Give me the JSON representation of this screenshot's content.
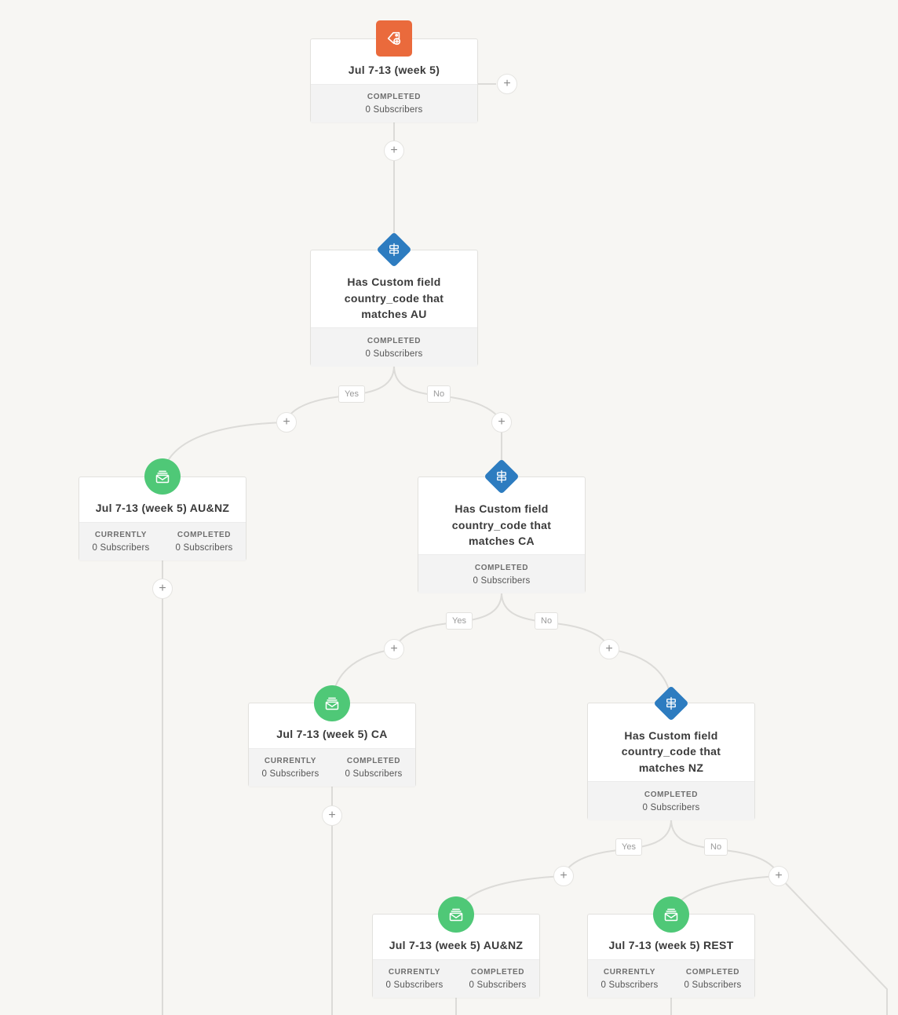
{
  "colors": {
    "background": "#f7f6f3",
    "trigger": "#ea6a3c",
    "condition": "#2d7cc0",
    "email": "#4fc877",
    "connector": "#dcdbd8"
  },
  "trigger": {
    "icon": "tag-plus-icon",
    "title": "Jul 7-13 (week 5)",
    "completed_label": "COMPLETED",
    "completed_value": "0 Subscribers"
  },
  "condition_au": {
    "icon": "signpost-icon",
    "title": "Has Custom field country_code that matches AU",
    "completed_label": "COMPLETED",
    "completed_value": "0 Subscribers",
    "yes_label": "Yes",
    "no_label": "No"
  },
  "email_aunz_1": {
    "icon": "envelope-icon",
    "title": "Jul 7-13 (week 5) AU&NZ",
    "currently_label": "CURRENTLY",
    "currently_value": "0 Subscribers",
    "completed_label": "COMPLETED",
    "completed_value": "0 Subscribers"
  },
  "condition_ca": {
    "icon": "signpost-icon",
    "title": "Has Custom field country_code that matches CA",
    "completed_label": "COMPLETED",
    "completed_value": "0 Subscribers",
    "yes_label": "Yes",
    "no_label": "No"
  },
  "email_ca": {
    "icon": "envelope-icon",
    "title": "Jul 7-13 (week 5) CA",
    "currently_label": "CURRENTLY",
    "currently_value": "0 Subscribers",
    "completed_label": "COMPLETED",
    "completed_value": "0 Subscribers"
  },
  "condition_nz": {
    "icon": "signpost-icon",
    "title": "Has Custom field country_code that matches NZ",
    "completed_label": "COMPLETED",
    "completed_value": "0 Subscribers",
    "yes_label": "Yes",
    "no_label": "No"
  },
  "email_aunz_2": {
    "icon": "envelope-icon",
    "title": "Jul 7-13 (week 5) AU&NZ",
    "currently_label": "CURRENTLY",
    "currently_value": "0 Subscribers",
    "completed_label": "COMPLETED",
    "completed_value": "0 Subscribers"
  },
  "email_rest": {
    "icon": "envelope-icon",
    "title": "Jul 7-13 (week 5) REST",
    "currently_label": "CURRENTLY",
    "currently_value": "0 Subscribers",
    "completed_label": "COMPLETED",
    "completed_value": "0 Subscribers"
  },
  "add_step": {
    "symbol": "+"
  }
}
